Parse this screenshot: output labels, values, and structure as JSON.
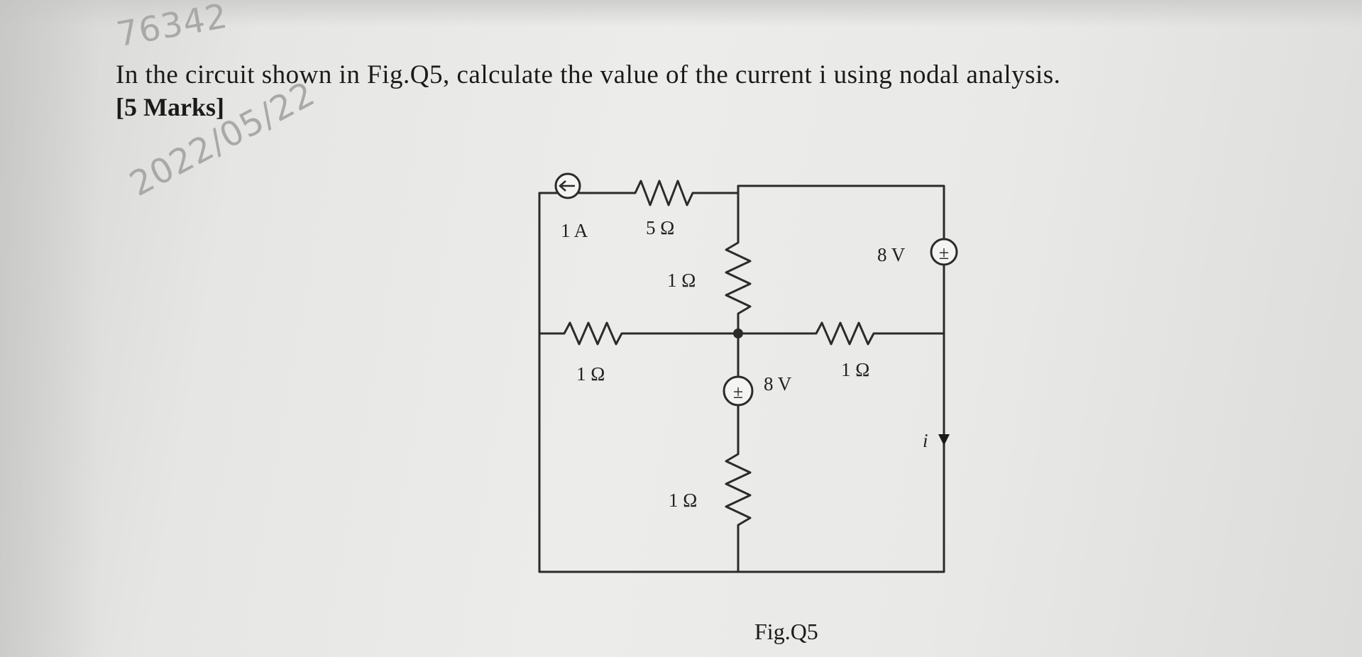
{
  "watermark": {
    "id": "76342",
    "date": "2022/05/22"
  },
  "question": {
    "text": "In the circuit shown in Fig.Q5, calculate the value of the current i using nodal analysis.",
    "marks": "[5 Marks]"
  },
  "circuit": {
    "current_source": "1 A",
    "r_top": "5 Ω",
    "r_center_upper": "1 Ω",
    "r_left": "1 Ω",
    "r_right": "1 Ω",
    "r_center_lower": "1 Ω",
    "vsrc_center": "8 V",
    "vsrc_right": "8 V",
    "current_label": "i",
    "plus_minus": "±"
  },
  "figure": {
    "caption": "Fig.Q5"
  },
  "colors": {
    "wire": "#2b2b2b",
    "text": "#1b1b1b",
    "watermark": "#a9a9a9"
  }
}
